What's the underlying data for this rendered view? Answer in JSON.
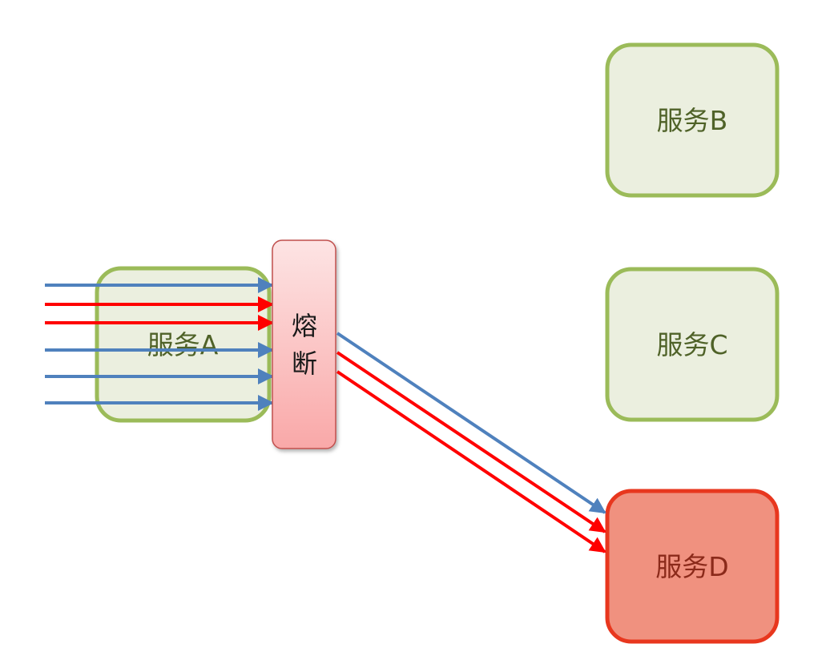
{
  "colors": {
    "service_fill": "#EBEFDF",
    "service_stroke": "#9BBB59",
    "service_text": "#4F6228",
    "failed_fill": "#F0917F",
    "failed_stroke": "#E8371E",
    "failed_text": "#8B2A1A",
    "breaker_top": "#FDE4E4",
    "breaker_bottom": "#F9A8A8",
    "breaker_stroke": "#C0504D",
    "normal_request": "#4F81BD",
    "failed_request": "#FF0000"
  },
  "services": {
    "a": {
      "label": "服务A"
    },
    "b": {
      "label": "服务B"
    },
    "c": {
      "label": "服务C"
    },
    "d": {
      "label": "服务D"
    }
  },
  "breaker": {
    "line1": "熔",
    "line2": "断"
  },
  "requests": {
    "incoming": [
      "normal",
      "failed",
      "failed",
      "normal",
      "normal",
      "normal"
    ],
    "outgoing": [
      "normal",
      "failed",
      "failed"
    ]
  }
}
